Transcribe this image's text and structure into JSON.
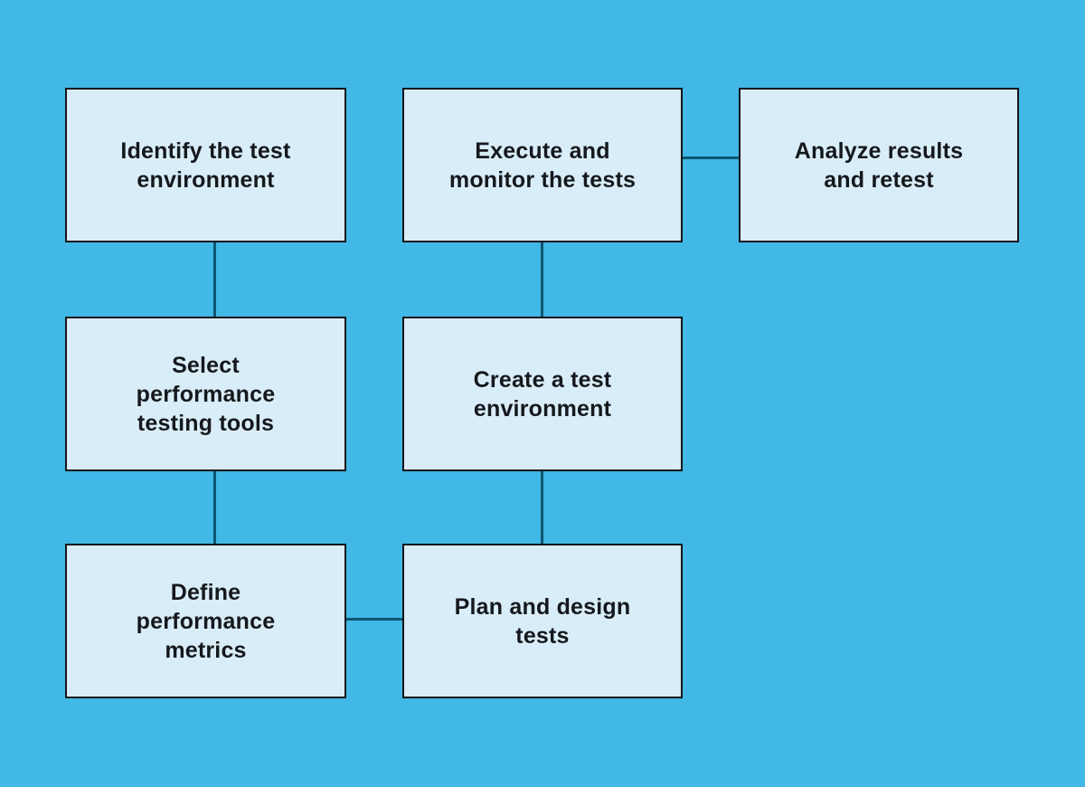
{
  "diagram": {
    "type": "flowchart",
    "colors": {
      "canvas_bg": "#41b8e5",
      "node_fill": "#d9edf8",
      "node_border": "#14161a",
      "connector": "#0e5671",
      "text": "#15181d"
    },
    "nodes": [
      {
        "id": "identify-the-test-environment",
        "label": "Identify the test environment",
        "lines": [
          "Identify the test",
          "environment"
        ]
      },
      {
        "id": "execute-and-monitor-the-tests",
        "label": "Execute and monitor the tests",
        "lines": [
          "Execute and",
          "monitor the tests"
        ]
      },
      {
        "id": "analyze-results-and-retest",
        "label": "Analyze results and retest",
        "lines": [
          "Analyze results",
          "and retest"
        ]
      },
      {
        "id": "select-performance-testing-tools",
        "label": "Select performance testing tools",
        "lines": [
          "Select",
          "performance",
          "testing tools"
        ]
      },
      {
        "id": "create-a-test-environment",
        "label": "Create a test environment",
        "lines": [
          "Create a test",
          "environment"
        ]
      },
      {
        "id": "define-performance-metrics",
        "label": "Define performance metrics",
        "lines": [
          "Define",
          "performance",
          "metrics"
        ]
      },
      {
        "id": "plan-and-design-tests",
        "label": "Plan and design tests",
        "lines": [
          "Plan and design",
          "tests"
        ]
      }
    ],
    "connectors": [
      {
        "from": "identify-the-test-environment",
        "to": "select-performance-testing-tools",
        "orientation": "vertical"
      },
      {
        "from": "select-performance-testing-tools",
        "to": "define-performance-metrics",
        "orientation": "vertical"
      },
      {
        "from": "define-performance-metrics",
        "to": "plan-and-design-tests",
        "orientation": "horizontal"
      },
      {
        "from": "plan-and-design-tests",
        "to": "create-a-test-environment",
        "orientation": "vertical"
      },
      {
        "from": "create-a-test-environment",
        "to": "execute-and-monitor-the-tests",
        "orientation": "vertical"
      },
      {
        "from": "execute-and-monitor-the-tests",
        "to": "analyze-results-and-retest",
        "orientation": "horizontal"
      }
    ]
  }
}
